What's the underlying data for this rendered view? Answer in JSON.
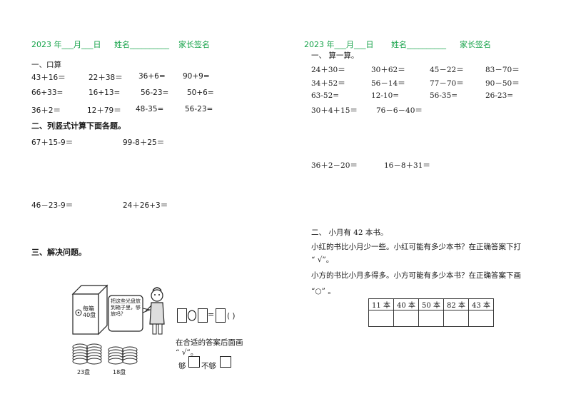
{
  "left": {
    "header": {
      "year": "2023 年___月___日",
      "name": "姓名__________",
      "parent": "家长签名"
    },
    "sec1": {
      "title": "一、口算",
      "rows": [
        [
          "43＋16＝",
          "22＋38＝",
          "36+6=",
          "90+9="
        ],
        [
          "66+33=",
          "16+13=",
          "56-23=",
          "50+6="
        ],
        [
          "36＋2＝",
          "12＋79＝",
          "48-35=",
          "56-23="
        ]
      ]
    },
    "sec2": {
      "title": "二、列竖式计算下面各题。",
      "items": [
        "67＋15-9＝",
        "99-8＋25＝",
        "46－23-9＝",
        "24＋26+3＝"
      ]
    },
    "sec3": {
      "title": "三、解决问题。",
      "box_label": "每箱\n40盘",
      "speech": "把这些光盘放到箱子里，够放吗？",
      "stack1": "23盘",
      "stack2": "18盘",
      "instruction1": "在合适的答案后面画",
      "instruction2": "“ √”。",
      "enough": "够",
      "not_enough": "不够",
      "paren": "(     )"
    }
  },
  "right": {
    "header": {
      "year": "2023 年___月___日",
      "name": "姓名__________",
      "parent": "家长签名"
    },
    "sec1": {
      "title": "一、    算一算。",
      "rows": [
        [
          "24＋30＝",
          "30＋62＝",
          "45－22＝",
          "83－70＝"
        ],
        [
          "34＋52＝",
          "56－14＝",
          "77－70＝",
          "90－50＝"
        ],
        [
          "63-52=",
          "12-10=",
          "56-35=",
          "26-23="
        ],
        [
          "30＋4＋15＝",
          "76－6－40＝"
        ]
      ],
      "extra": [
        "36＋2－20＝",
        "16－8＋31＝"
      ]
    },
    "sec2": {
      "title": "二、     小月有 42 本书。",
      "q1": "小红的书比小月少一些。小红可能有多少本书？在正确答案下打",
      "q1b": "“ √”。",
      "q2": "小方的书比小月多得多。小方可能有多少本书？在正确答案下画",
      "q2b": "“○” 。",
      "options": [
        "11 本",
        "40 本",
        "50 本",
        "82 本",
        "43 本"
      ]
    }
  },
  "colors": {
    "header": "#17a34a"
  }
}
